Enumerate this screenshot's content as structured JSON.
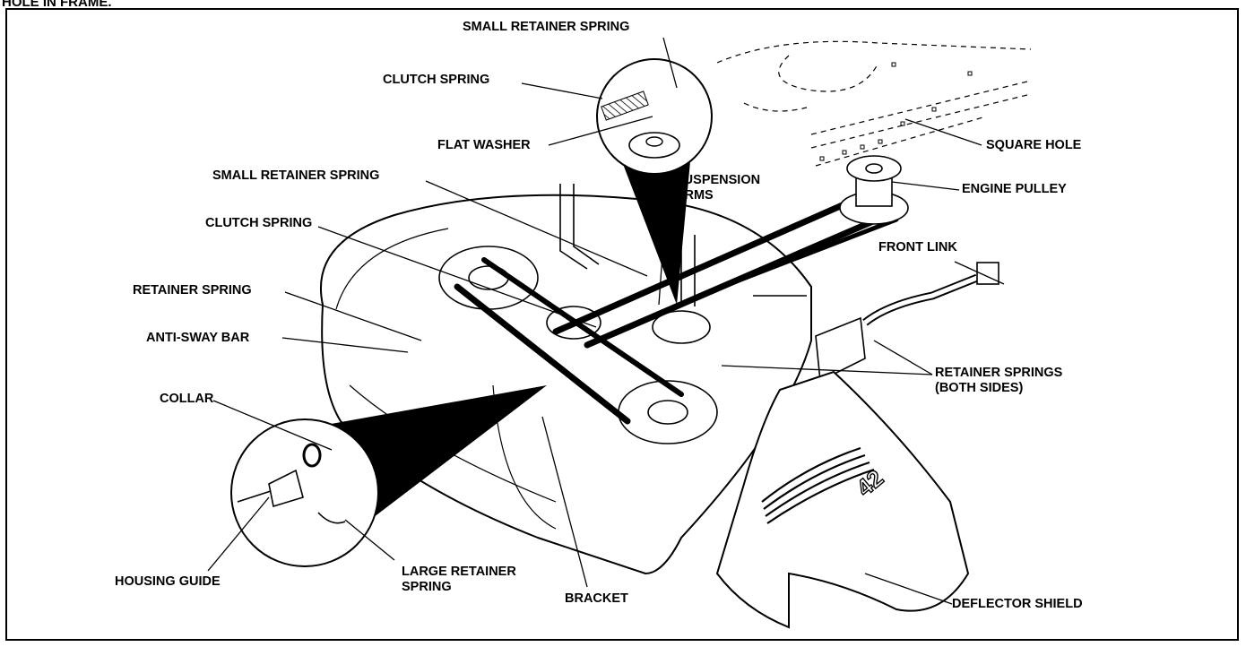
{
  "header": {
    "caption": "HOLE IN FRAME."
  },
  "diagram": {
    "deck_badge": "42",
    "labels": {
      "small_retainer_spring_top": "SMALL RETAINER SPRING",
      "clutch_spring_top": "CLUTCH SPRING",
      "flat_washer": "FLAT WASHER",
      "square_hole": "SQUARE HOLE",
      "small_retainer_spring": "SMALL RETAINER SPRING",
      "suspension_arms_1": "SUSPENSION",
      "suspension_arms_2": "ARMS",
      "engine_pulley": "ENGINE PULLEY",
      "clutch_spring": "CLUTCH SPRING",
      "front_link": "FRONT LINK",
      "retainer_spring": "RETAINER SPRING",
      "anti_sway_bar": "ANTI-SWAY BAR",
      "retainer_springs_1": "RETAINER SPRINGS",
      "retainer_springs_2": "(BOTH SIDES)",
      "collar": "COLLAR",
      "housing_guide": "HOUSING GUIDE",
      "large_retainer_spring_1": "LARGE RETAINER",
      "large_retainer_spring_2": "SPRING",
      "bracket": "BRACKET",
      "deflector_shield": "DEFLECTOR SHIELD"
    }
  }
}
